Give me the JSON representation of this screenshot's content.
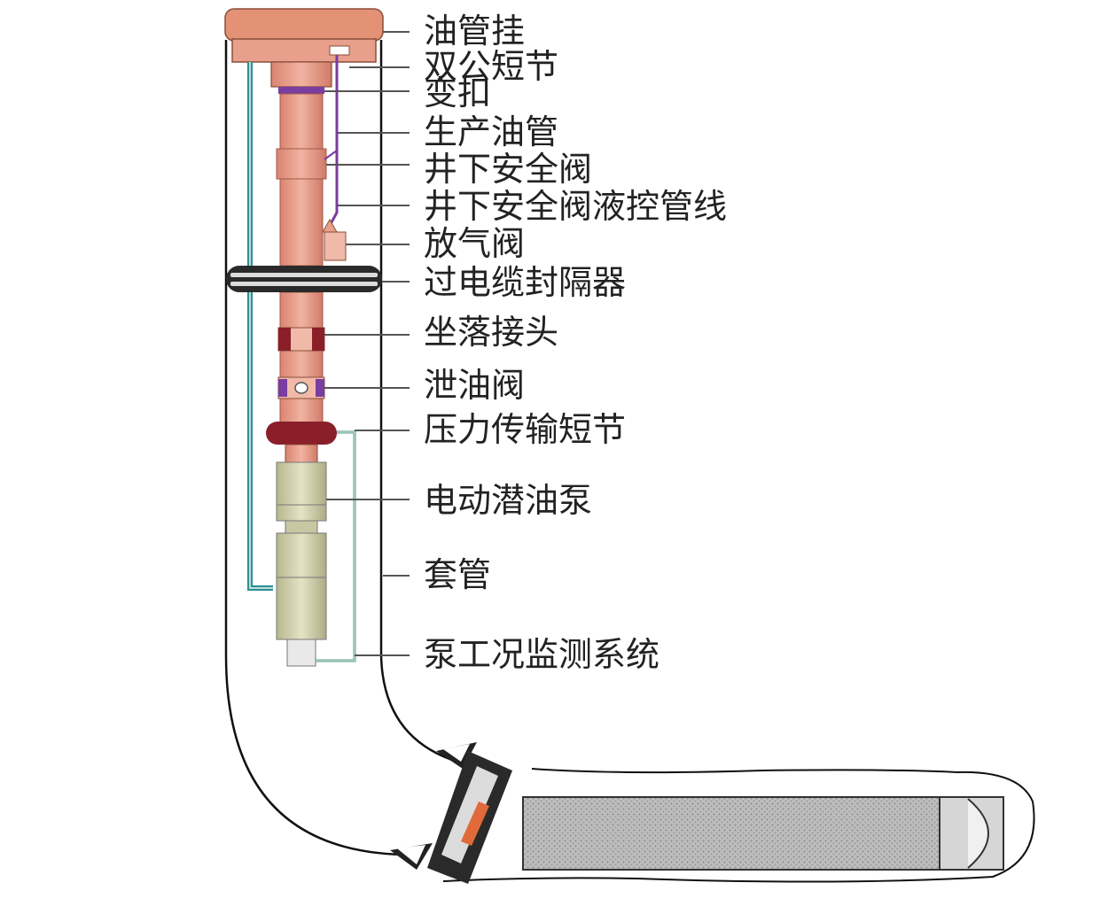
{
  "labels": {
    "tubing_hanger": "油管挂",
    "double_pin_sub": "双公短节",
    "crossover": "变扣",
    "production_tubing": "生产油管",
    "sssv": "井下安全阀",
    "sssv_control_line": "井下安全阀液控管线",
    "vent_valve": "放气阀",
    "cable_packer": "过电缆封隔器",
    "landing_nipple": "坐落接头",
    "drain_valve": "泄油阀",
    "pressure_sub": "压力传输短节",
    "esp": "电动潜油泵",
    "casing": "套管",
    "monitoring": "泵工况监测系统"
  },
  "colors": {
    "tubing": "#E8A08C",
    "hanger": "#E39275",
    "control_line": "#7A3DA0",
    "cable": "#2E8F8F",
    "packer": "#2A2A2A",
    "nipple_band": "#8A1F2A",
    "pump": "#D4D3AE",
    "casing_line": "#111111",
    "lateral_fill": "#C8C8C8",
    "monitor_line": "#5A9A8A"
  }
}
